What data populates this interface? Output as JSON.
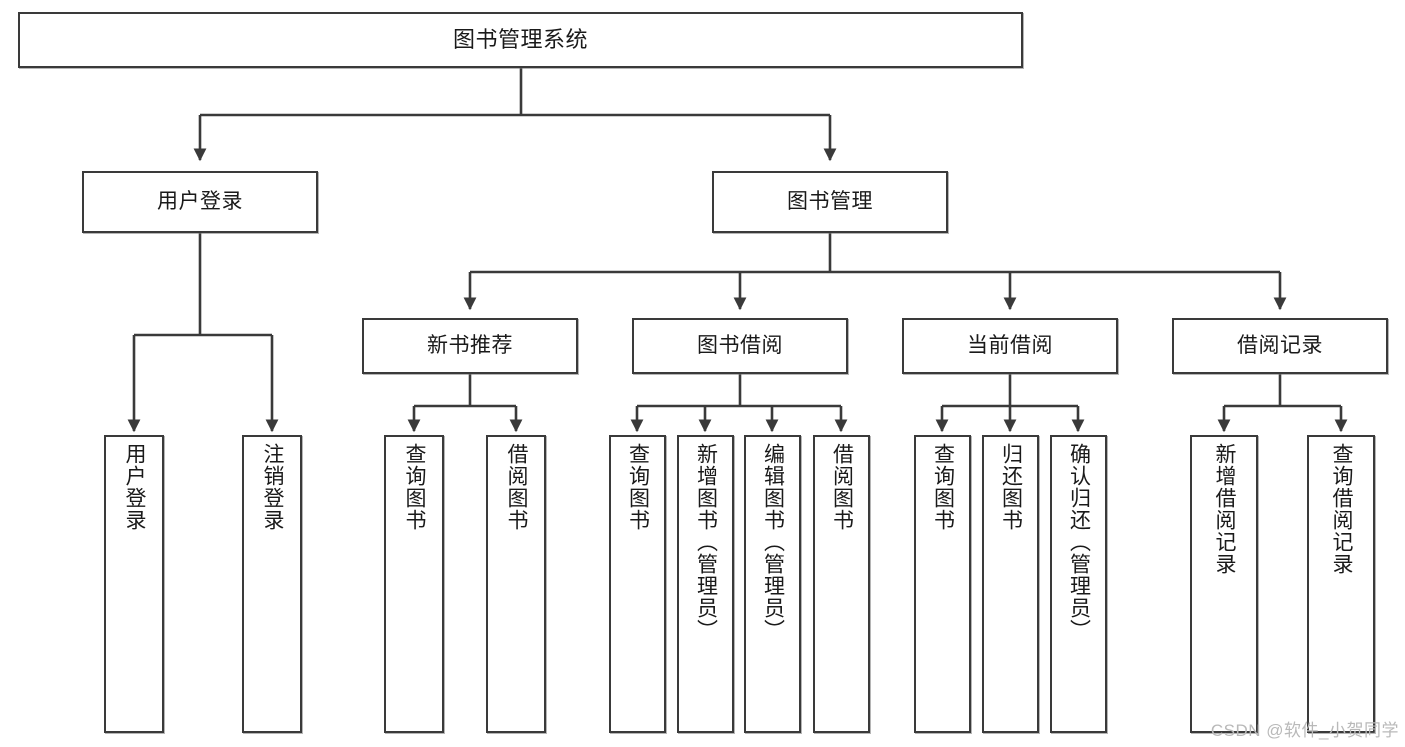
{
  "diagram": {
    "title": "图书管理系统",
    "watermark": "CSDN @软件_小贺同学",
    "stroke_color": "#3a3a3a",
    "fill_color": "#ffffff",
    "text_color": "#1a1a1a",
    "nodes": {
      "root": "图书管理系统",
      "l2": {
        "user_login": "用户登录",
        "book_manage": "图书管理"
      },
      "l3": {
        "new_book_rec": "新书推荐",
        "book_borrow": "图书借阅",
        "current_borrow": "当前借阅",
        "borrow_record": "借阅记录"
      },
      "leaves": {
        "login_user": "用户登录",
        "logout_user": "注销登录",
        "rec_query_book": "查询图书",
        "rec_borrow_book": "借阅图书",
        "bb_query_book": "查询图书",
        "bb_add_book": "新增图书（管理员）",
        "bb_edit_book": "编辑图书（管理员）",
        "bb_borrow_book": "借阅图书",
        "cb_query_book": "查询图书",
        "cb_return_book": "归还图书",
        "cb_confirm_return": "确认归还（管理员）",
        "br_add_record": "新增借阅记录",
        "br_query_record": "查询借阅记录"
      }
    }
  }
}
